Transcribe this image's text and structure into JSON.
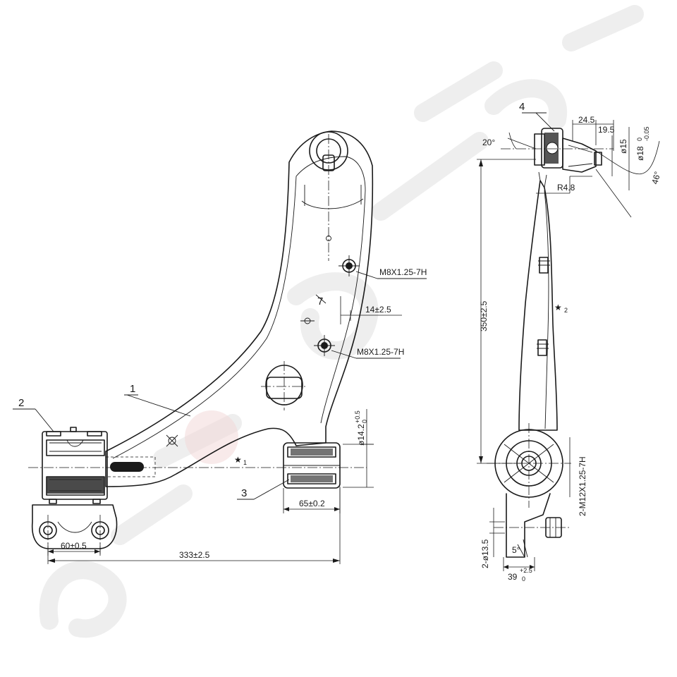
{
  "callouts": {
    "part1": "1",
    "part2": "2",
    "part3": "3",
    "part4": "4"
  },
  "front_view": {
    "thread_upper": "M8X1.25-7H",
    "thread_lower": "M8X1.25-7H",
    "offset_dim": "14±2.5",
    "bushing_dia_base": "ø14.2",
    "bushing_dia_tol": "+0.5",
    "bushing_dia_tol_low": "0",
    "bushing_width": "65±0.2",
    "mount_spacing": "60±0.5",
    "overall_length": "333±2.5",
    "angle_mark": "7"
  },
  "side_view": {
    "angle_top": "20°",
    "dim_24": "24.5",
    "dim_19": "19.5",
    "dia_15": "ø15",
    "dia_18": "ø18",
    "dia_18_tol": "0",
    "dia_18_tol_low": "-0.05",
    "radius": "R4.8",
    "taper_angle": "46°",
    "height": "350±2.5",
    "thread_bolt": "2-M12X1.25-7H",
    "holes": "2-ø13.5",
    "angle_bottom": "5°",
    "width_base": "39",
    "width_tol": "+2.5",
    "width_tol_low": "0"
  },
  "symbols": {
    "star": "★",
    "star1_sub": "1",
    "star2_sub": "2"
  }
}
